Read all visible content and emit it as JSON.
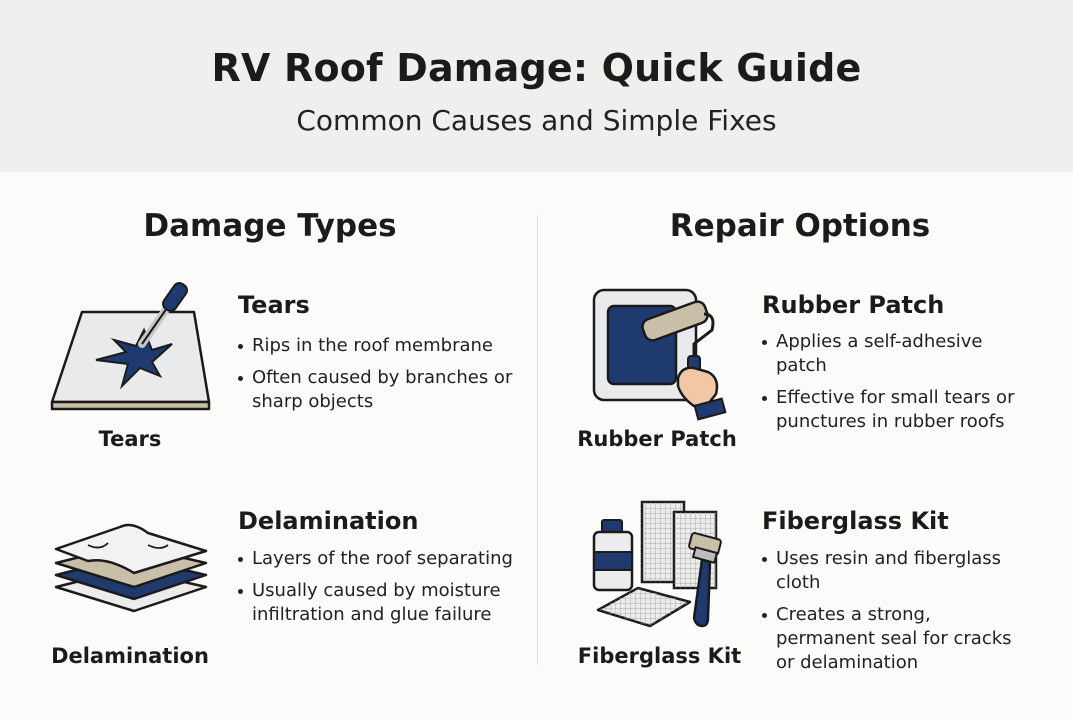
{
  "header": {
    "title": "RV Roof Damage: Quick Guide",
    "subtitle": "Common Causes and Simple Fixes"
  },
  "damage": {
    "heading": "Damage Types",
    "items": [
      {
        "icon": "torn-membrane-icon",
        "icon_label": "Tears",
        "title": "Tears",
        "bullets": [
          "Rips in the roof membrane",
          "Often caused by branches or sharp objects"
        ]
      },
      {
        "icon": "layered-sheets-icon",
        "icon_label": "Delamination",
        "title": "Delamination",
        "bullets": [
          "Layers of the roof separating",
          "Usually caused by moisture infiltration and glue failure"
        ]
      }
    ]
  },
  "repair": {
    "heading": "Repair Options",
    "items": [
      {
        "icon": "patch-roller-icon",
        "icon_label": "Rubber Patch",
        "title": "Rubber Patch",
        "bullets": [
          "Applies a self-adhesive patch",
          "Effective for small tears or punctures in rubber roofs"
        ]
      },
      {
        "icon": "fiberglass-kit-icon",
        "icon_label": "Fiberglass Kit",
        "title": "Fiberglass Kit",
        "bullets": [
          "Uses resin and fiberglass cloth",
          "Creates a strong, permanent seal for cracks or delamination"
        ]
      }
    ]
  },
  "colors": {
    "navy": "#1e3a6e",
    "header_bg": "#efefee",
    "tan": "#c9bfa8"
  }
}
